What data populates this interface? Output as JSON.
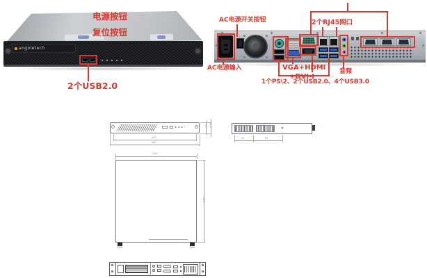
{
  "colors": {
    "annotation_red": "#d43a2f",
    "chassis_silver": "#b2b6bc",
    "bezel_black": "#1d1e20",
    "logo_orange": "#e8920f"
  },
  "front": {
    "logo": "angoletech",
    "power_label": "电源按钮",
    "reset_label": "复位按钮",
    "usb_label": "2个USB2.0"
  },
  "rear": {
    "ac_switch_label": "AC电源开关按钮",
    "rj45_label": "2个RJ45网口",
    "ac_input_label": "AC电源输入",
    "video_label_line1": "VGA+HDMI",
    "video_label_line2": "+DVI-I",
    "audio_label": "音频",
    "io_label": "1个PS\\2、2个USB2.0、4个USB3.0"
  },
  "drawings": {
    "front_view": {
      "dim_inner_width": "440",
      "dim_outer_width": "482",
      "dim_height": "44",
      "dim_height_total": "44.4"
    },
    "side_view": {
      "dim_1": "35",
      "dim_2": "92"
    },
    "top_view": {
      "dim_width": "438",
      "dim_depth": "452"
    }
  }
}
